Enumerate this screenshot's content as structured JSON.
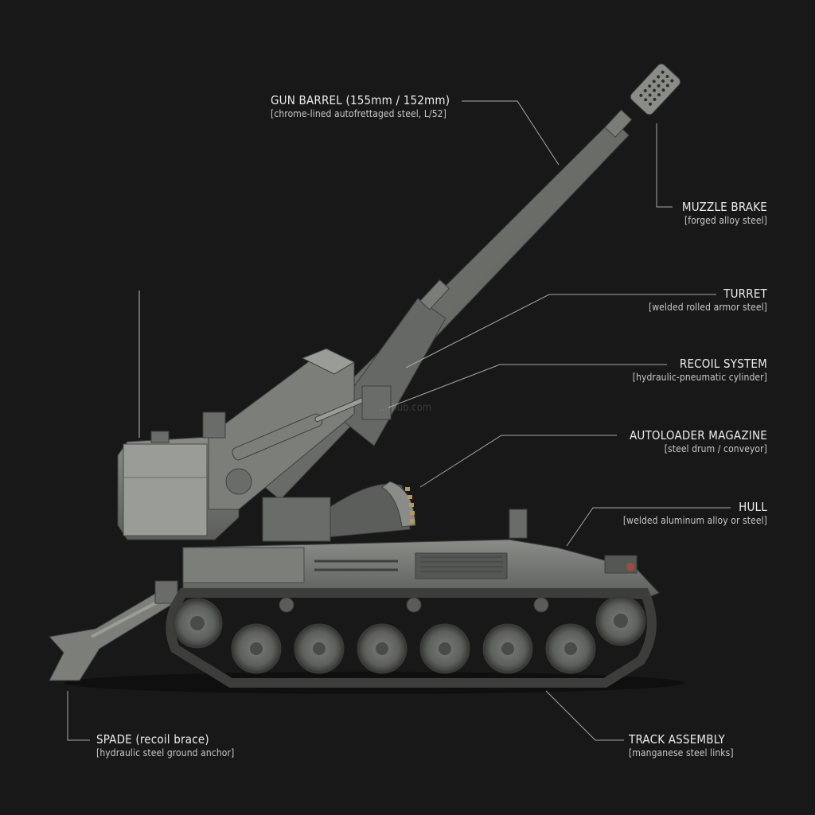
{
  "callouts": {
    "gun_barrel": {
      "title": "GUN BARREL (155mm / 152mm)",
      "sub": "[chrome-lined autofrettaged steel, L/52]"
    },
    "muzzle_brake": {
      "title": "MUZZLE BRAKE",
      "sub": "[forged alloy steel]"
    },
    "turret": {
      "title": "TURRET",
      "sub": "[welded rolled armor steel]"
    },
    "recoil": {
      "title": "RECOIL SYSTEM",
      "sub": "[hydraulic-pneumatic cylinder]"
    },
    "autoloader": {
      "title": "AUTOLOADER MAGAZINE",
      "sub": "[steel drum / conveyor]"
    },
    "hull": {
      "title": "HULL",
      "sub": "[welded aluminum alloy or steel]"
    },
    "spade": {
      "title": "SPADE (recoil brace)",
      "sub": "[hydraulic steel ground anchor]"
    },
    "track": {
      "title": "TRACK ASSEMBLY",
      "sub": "[manganese steel links]"
    }
  },
  "watermark": "...-hub.com",
  "colors": {
    "background": "#181818",
    "vehicle": "#6f716e",
    "vehicle_dark": "#4a4b49",
    "leader_line": "#a8a8a8"
  }
}
